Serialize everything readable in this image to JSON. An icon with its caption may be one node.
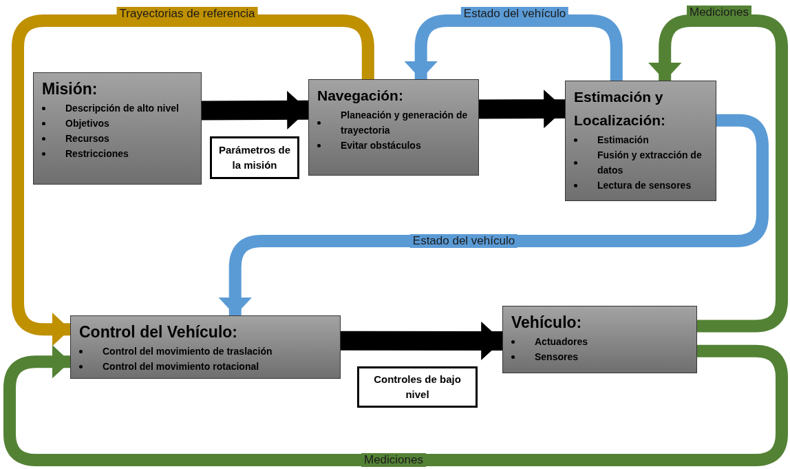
{
  "diagram": {
    "nodes": [
      {
        "text": [
          "Misión:",
          "Descripción de alto nivel",
          "Objetivos",
          "Recursos",
          "Restricciones"
        ]
      },
      {
        "text": [
          "Parámetros de la misión"
        ]
      },
      {
        "text": [
          "Navegación:",
          "Planeación y generación de trayectoria",
          "Evitar obstáculos"
        ]
      },
      {
        "text": [
          "Estimación y Localización:",
          "Estimación",
          "Fusión y extracción de datos",
          "Lectura de sensores"
        ]
      },
      {
        "text": [
          "Control del Vehículo:",
          "Control del movimiento de traslación",
          "Control del movimiento rotacional"
        ]
      },
      {
        "text": [
          "Controles de bajo nivel"
        ]
      },
      {
        "text": [
          "Vehículo:",
          "Actuadores",
          "Sensores"
        ]
      }
    ],
    "edges": [
      {
        "from": 0,
        "to": 2,
        "arrow": "to"
      },
      {
        "from": 2,
        "to": 3,
        "arrow": "to"
      },
      {
        "from": 4,
        "to": 6,
        "arrow": "to"
      },
      {
        "from": 2,
        "to": 4,
        "arrow": "to",
        "label": "Trayectorias de referencia",
        "color": "#bf9000"
      },
      {
        "from": 3,
        "to": 2,
        "arrow": "to",
        "label": "Estado del vehículo",
        "color": "#5b9bd5"
      },
      {
        "from": 3,
        "to": 4,
        "arrow": "to",
        "label": "Estado del vehículo",
        "color": "#5b9bd5"
      },
      {
        "from": 6,
        "to": 3,
        "arrow": "to",
        "label": "Mediciones",
        "color": "#548235"
      },
      {
        "from": 6,
        "to": 4,
        "arrow": "to",
        "label": "Mediciones",
        "color": "#548235"
      }
    ]
  }
}
